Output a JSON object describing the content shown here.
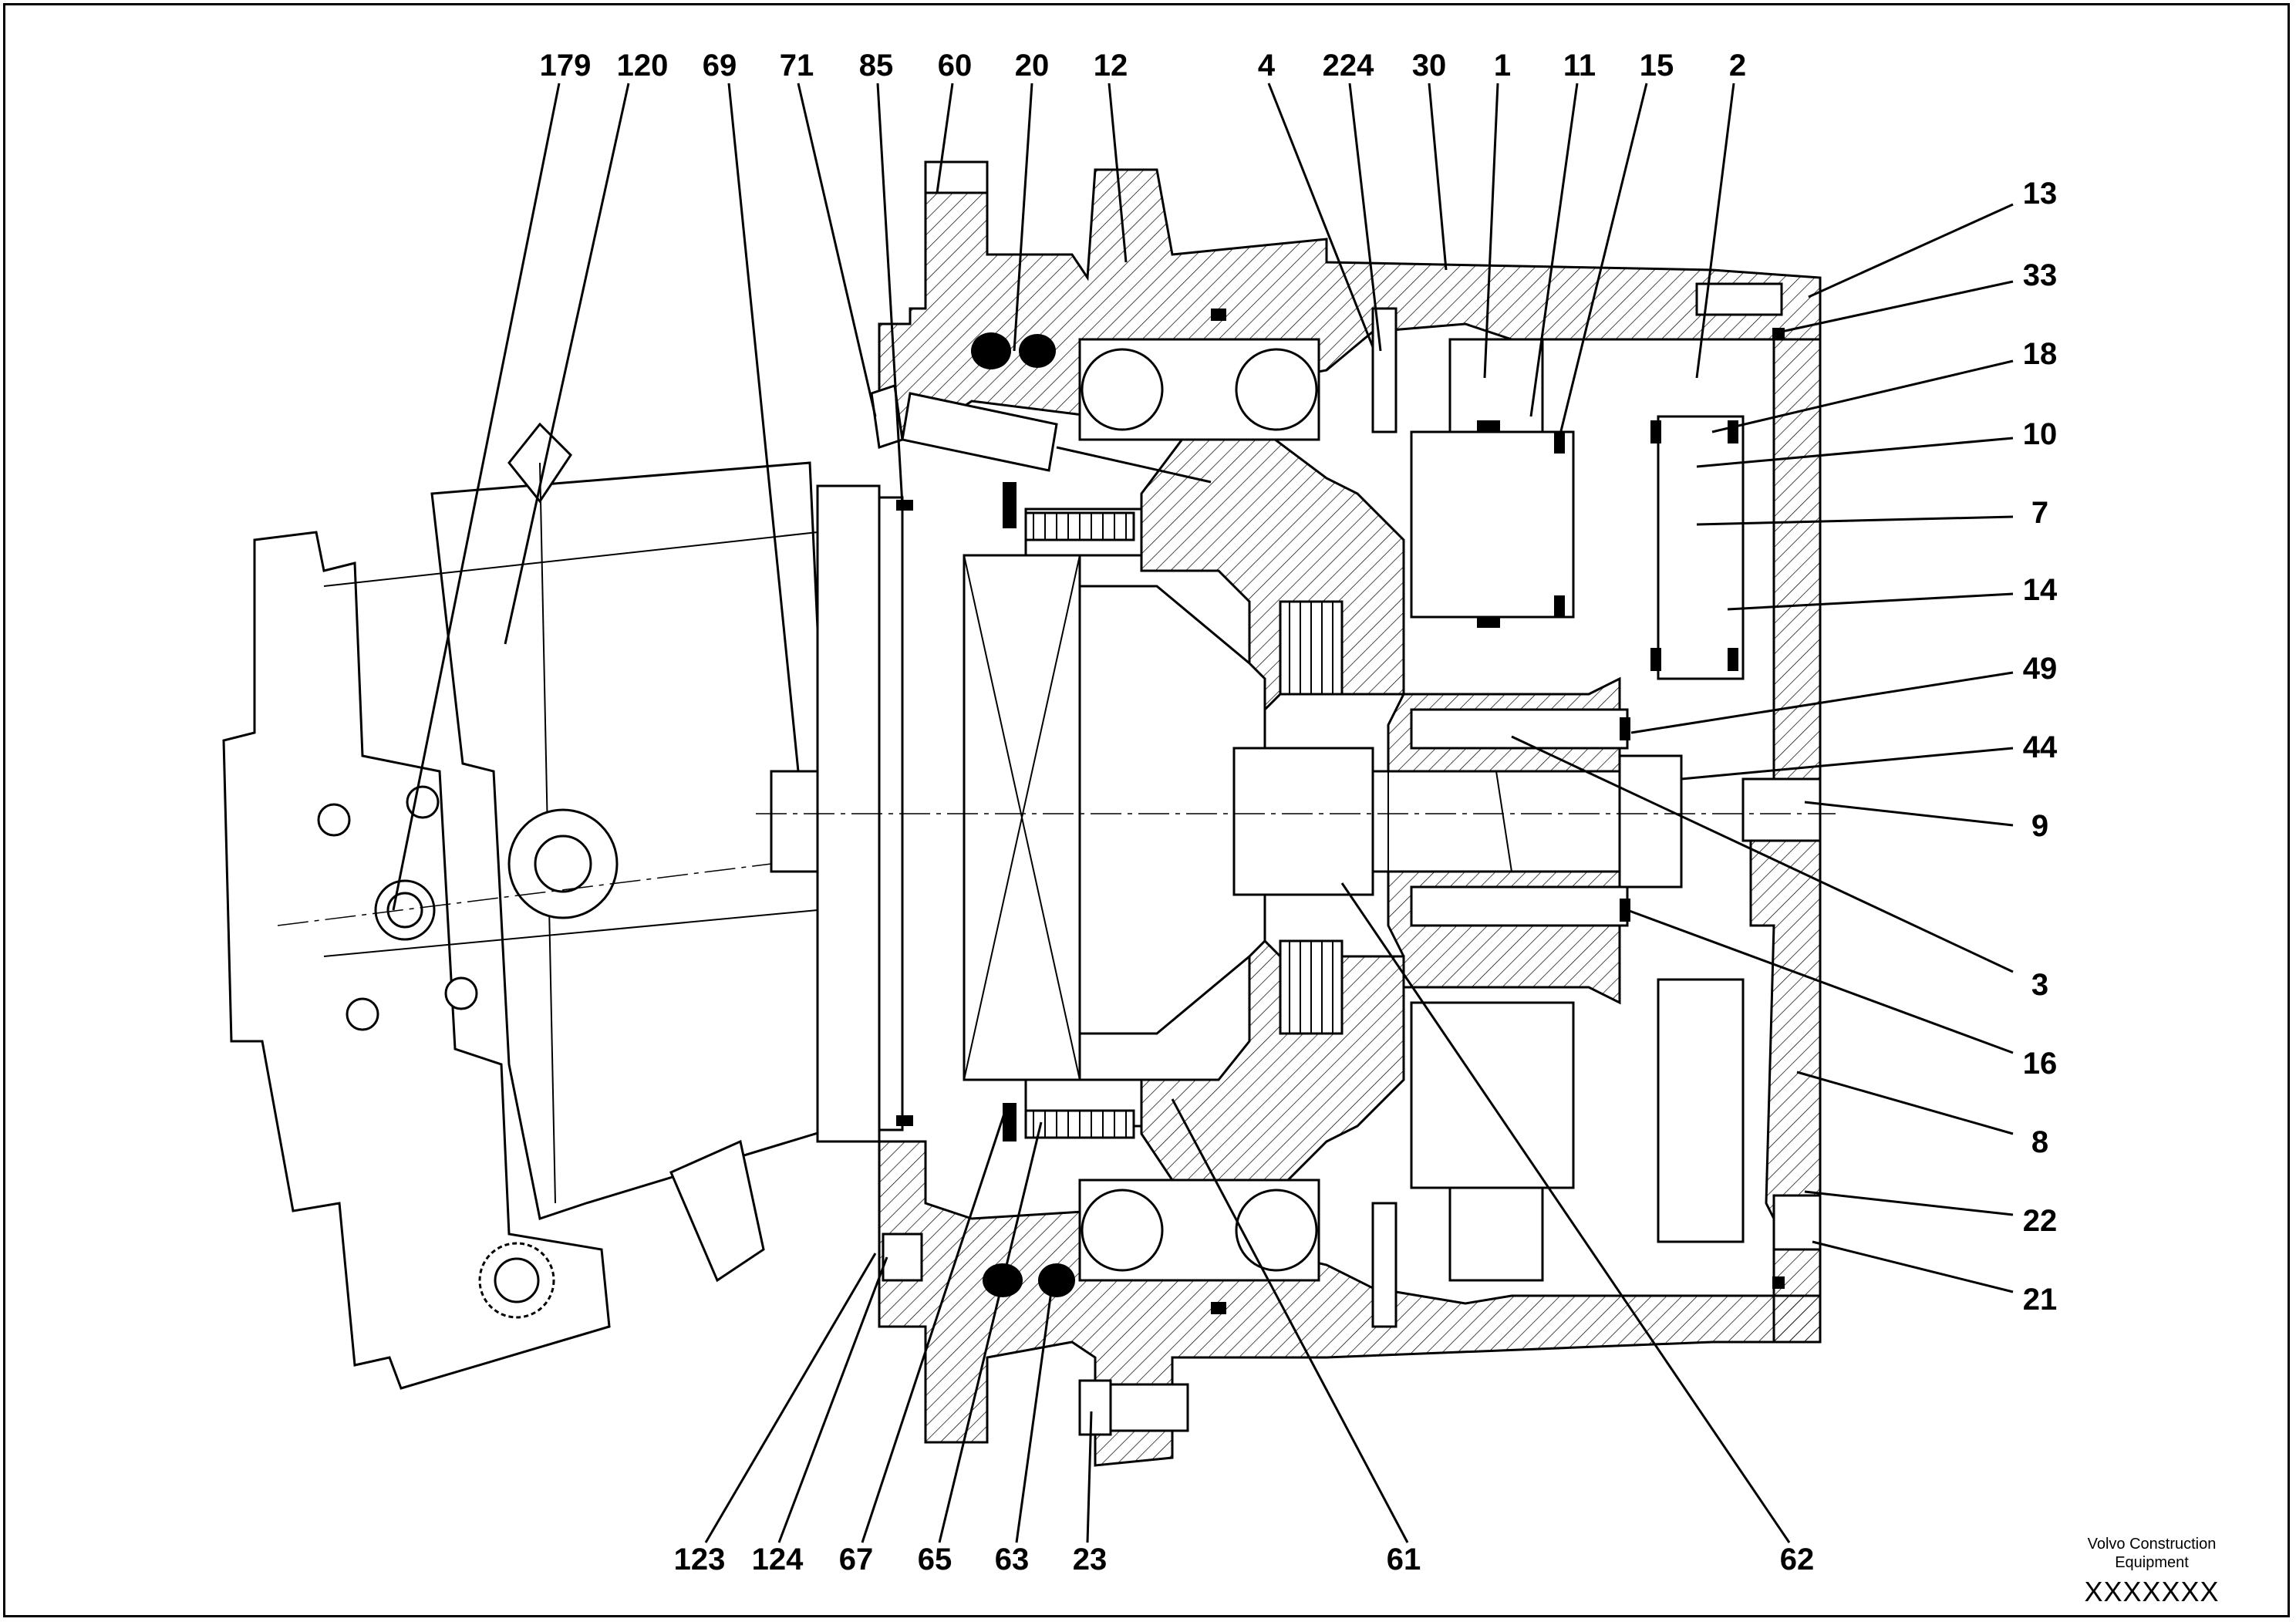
{
  "labels_top": [
    "179",
    "120",
    "69",
    "71",
    "85",
    "60",
    "20",
    "12",
    "4",
    "224",
    "30",
    "1",
    "11",
    "15",
    "2"
  ],
  "labels_right": [
    "13",
    "33",
    "18",
    "10",
    "7",
    "14",
    "49",
    "44",
    "9",
    "3",
    "16",
    "8",
    "22",
    "21"
  ],
  "labels_bottom": [
    "123",
    "124",
    "67",
    "65",
    "63",
    "23",
    "61",
    "62"
  ],
  "footer": {
    "brand": "Volvo Construction\nEquipment",
    "part_number": "XXXXXXX"
  }
}
